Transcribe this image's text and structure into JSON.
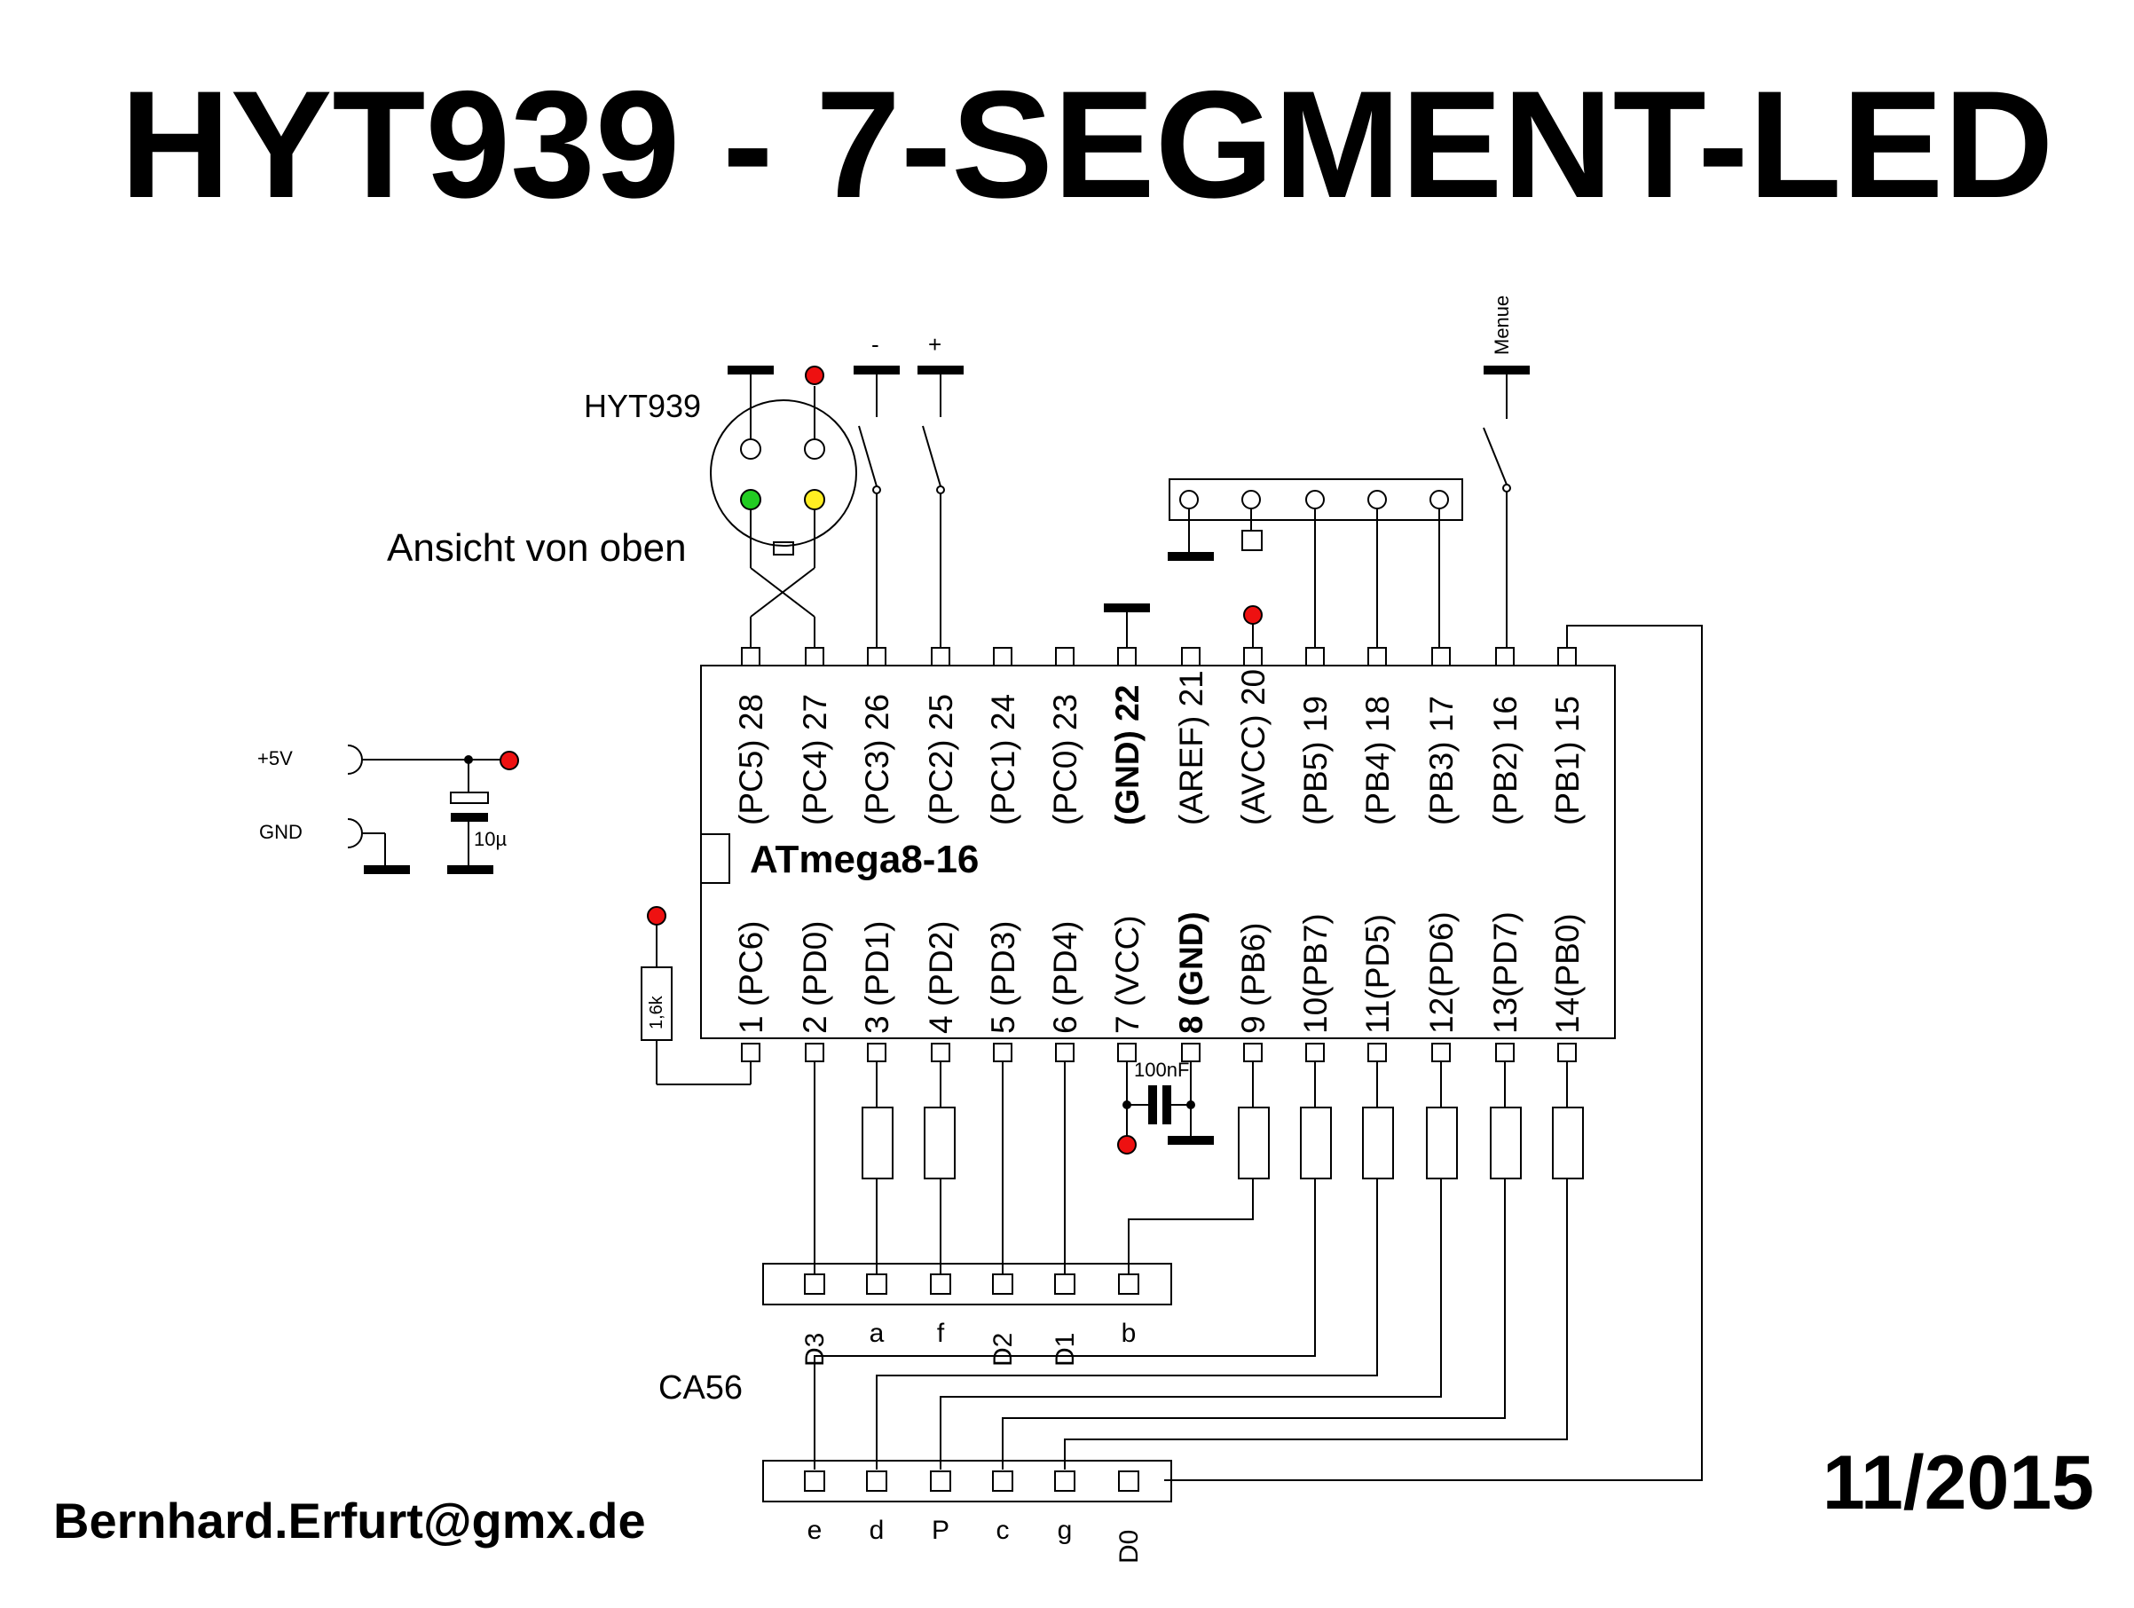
{
  "title": "HYT939 - 7-SEGMENT-LED",
  "email": "Bernhard.Erfurt@gmx.de",
  "date": "11/2015",
  "colors": {
    "red": "#ee1111",
    "green": "#22cc22",
    "yellow": "#ffee22",
    "line": "#000000"
  },
  "sensor": {
    "name": "HYT939",
    "view_note": "Ansicht von oben"
  },
  "buttons": {
    "minus": "-",
    "plus": "+",
    "menu": "Menue"
  },
  "power": {
    "vcc": "+5V",
    "gnd": "GND",
    "cap": "10µ"
  },
  "chip": {
    "name": "ATmega8-16",
    "top_pins": [
      {
        "label": "(PC5) 28",
        "bold": false
      },
      {
        "label": "(PC4) 27",
        "bold": false
      },
      {
        "label": "(PC3) 26",
        "bold": false
      },
      {
        "label": "(PC2) 25",
        "bold": false
      },
      {
        "label": "(PC1) 24",
        "bold": false
      },
      {
        "label": "(PC0) 23",
        "bold": false
      },
      {
        "label": "(GND) 22",
        "bold": true
      },
      {
        "label": "(AREF) 21",
        "bold": false
      },
      {
        "label": "(AVCC) 20",
        "bold": false
      },
      {
        "label": "(PB5) 19",
        "bold": false
      },
      {
        "label": "(PB4) 18",
        "bold": false
      },
      {
        "label": "(PB3) 17",
        "bold": false
      },
      {
        "label": "(PB2) 16",
        "bold": false
      },
      {
        "label": "(PB1) 15",
        "bold": false
      }
    ],
    "bottom_pins": [
      {
        "label": "1 (PC6)",
        "bold": false
      },
      {
        "label": "2 (PD0)",
        "bold": false
      },
      {
        "label": "3 (PD1)",
        "bold": false
      },
      {
        "label": "4 (PD2)",
        "bold": false
      },
      {
        "label": "5 (PD3)",
        "bold": false
      },
      {
        "label": "6 (PD4)",
        "bold": false
      },
      {
        "label": "7 (VCC)",
        "bold": false
      },
      {
        "label": "8 (GND)",
        "bold": true
      },
      {
        "label": "9 (PB6)",
        "bold": false
      },
      {
        "label": "10(PB7)",
        "bold": false
      },
      {
        "label": "11(PD5)",
        "bold": false
      },
      {
        "label": "12(PD6)",
        "bold": false
      },
      {
        "label": "13(PD7)",
        "bold": false
      },
      {
        "label": "14(PB0)",
        "bold": false
      }
    ]
  },
  "reset_resistor": "1,6k",
  "decoupling_cap": "100nF",
  "display": {
    "name": "CA56",
    "top_row": [
      "D3",
      "a",
      "f",
      "D2",
      "D1",
      "b"
    ],
    "bottom_row": [
      "e",
      "d",
      "P",
      "c",
      "g",
      "D0"
    ]
  }
}
